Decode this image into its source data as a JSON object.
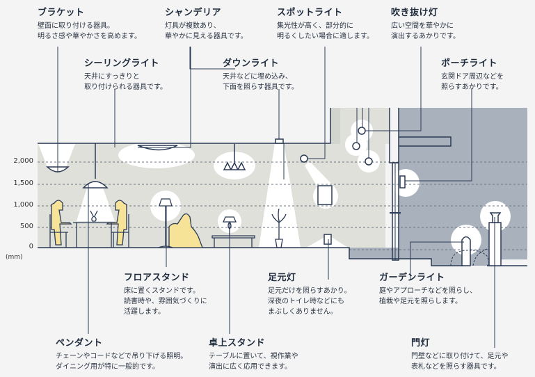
{
  "title": "照明器具の種類と設置高さ",
  "colors": {
    "interior_wall": "#dfe0da",
    "exterior_wall": "#a9b2bc",
    "line": "#2b3a55",
    "light": "#ffffff",
    "person": "#f7e398"
  },
  "axis": {
    "unit": "(mm)",
    "ticks": [
      "2,000",
      "1,500",
      "1,000",
      "500",
      "0"
    ]
  },
  "fixtures": [
    {
      "id": "bracket",
      "title": "ブラケット",
      "desc": "壁面に取り付ける器具。\n明るさ感や華やかさを高めます。"
    },
    {
      "id": "chandelier",
      "title": "シャンデリア",
      "desc": "灯具が複数あり、\n華やかに見える器具です。"
    },
    {
      "id": "spotlight",
      "title": "スポットライト",
      "desc": "集光性が高く、部分的に\n明るくしたい場合に適します。"
    },
    {
      "id": "atrium",
      "title": "吹き抜け灯",
      "desc": "広い空間を華やかに\n演出するあかりです。"
    },
    {
      "id": "ceiling",
      "title": "シーリングライト",
      "desc": "天井にすっきりと\n取り付けられる器具です。"
    },
    {
      "id": "downlight",
      "title": "ダウンライト",
      "desc": "天井などに埋め込み、\n下面を照らす器具です。"
    },
    {
      "id": "porch",
      "title": "ポーチライト",
      "desc": "玄関ドア周辺などを\n照らすあかりです。"
    },
    {
      "id": "floor-stand",
      "title": "フロアスタンド",
      "desc": "床に置くスタンドです。\n読書時や、雰囲気づくりに\n活躍します。"
    },
    {
      "id": "footlight",
      "title": "足元灯",
      "desc": "足元だけを照らすあかり。\n深夜のトイレ時などにも\nまぶしくありません。"
    },
    {
      "id": "garden",
      "title": "ガーデンライト",
      "desc": "庭やアプローチなどを照らし、\n植栽や足元を照らします。"
    },
    {
      "id": "pendant",
      "title": "ペンダント",
      "desc": "チェーンやコードなどで吊り下げる照明。\nダイニング用が特に一般的です。"
    },
    {
      "id": "table-stand",
      "title": "卓上スタンド",
      "desc": "テーブルに置いて、視作業や\n演出に広く応用できます。"
    },
    {
      "id": "gate",
      "title": "門灯",
      "desc": "門壁などに取り付けて、足元や\n表札などを照らす器具です。"
    }
  ]
}
